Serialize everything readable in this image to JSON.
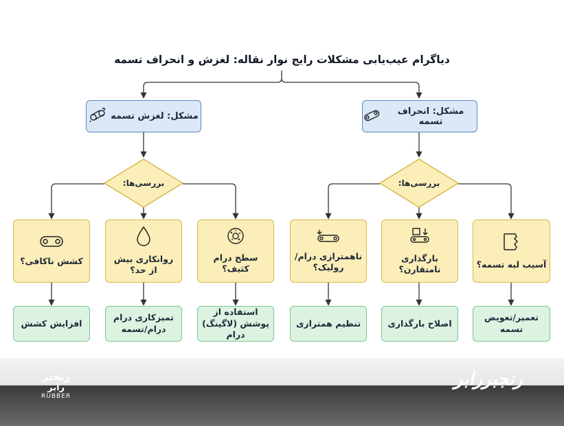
{
  "title": "دیاگرام عیب‌یابی مشکلات رایج نوار نقاله: لغزش و انحراف تسمه",
  "problems": {
    "slip": "مشکل: لغزش تسمه",
    "misalign": "مشکل: انحراف تسمه"
  },
  "checks_label": "بررسی‌ها:",
  "slip_checks": [
    {
      "label": "سطح درام کثیف؟",
      "icon": "dirty-drum-icon"
    },
    {
      "label": "روانکاری بیش از حد؟",
      "icon": "oil-drop-icon"
    },
    {
      "label": "کشش ناکافی؟",
      "icon": "belt-tension-icon"
    }
  ],
  "slip_actions": [
    "استفاده از پوشش (لاگینگ) درام",
    "تمیزکاری درام درام/تسمه",
    "افزایش کشش"
  ],
  "misalign_checks": [
    {
      "label": "آسیب لبه تسمه؟",
      "icon": "torn-edge-icon"
    },
    {
      "label": "بارگذاری نامتقارن؟",
      "icon": "offset-load-icon"
    },
    {
      "label": "ناهمترازی درام/رولیک؟",
      "icon": "misaligned-roller-icon"
    }
  ],
  "misalign_actions": [
    "تعمیر/تعویض تسمه",
    "اصلاح بارگذاری",
    "تنظیم همترازی"
  ],
  "watermark": {
    "brand": "رنجبررابر",
    "logo_line1": "رنجبر",
    "logo_line2": "رابر",
    "logo_latin": "RUBBER"
  }
}
